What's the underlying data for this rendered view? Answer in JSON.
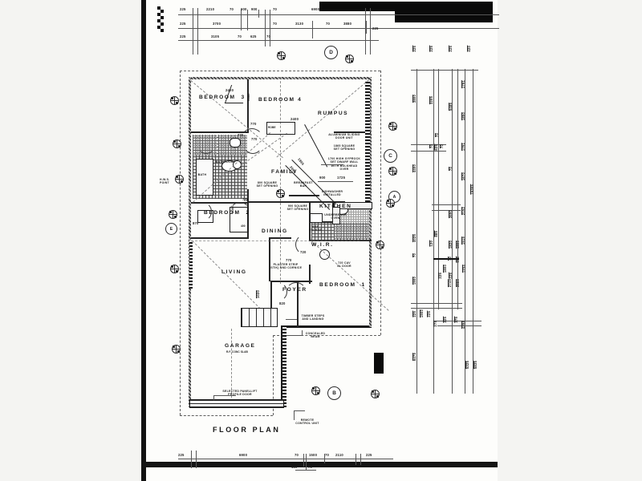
{
  "sheet": {
    "title": "FLOOR PLAN",
    "background_color": "#fdfdfb",
    "ink_color": "#1a1a1a"
  },
  "rooms": [
    {
      "id": "bedroom3",
      "label": "BEDROOM  3"
    },
    {
      "id": "bedroom4",
      "label": "BEDROOM 4"
    },
    {
      "id": "rumpus",
      "label": "RUMPUS"
    },
    {
      "id": "family",
      "label": "FAMILY"
    },
    {
      "id": "kitchen",
      "label": "KITCHEN"
    },
    {
      "id": "bedroom2",
      "label": "BEDROOM  2"
    },
    {
      "id": "dining",
      "label": "DINING"
    },
    {
      "id": "wir",
      "label": "W.I.R."
    },
    {
      "id": "bedroom1",
      "label": "BEDROOM  1"
    },
    {
      "id": "living",
      "label": "LIVING"
    },
    {
      "id": "foyer",
      "label": "FOYER"
    },
    {
      "id": "garage",
      "label": "GARAGE"
    },
    {
      "id": "garage_sub",
      "label": "R.F. CONC SLAB"
    }
  ],
  "notes": {
    "alum_door": "ALUMINIUM SLIDING\nDOOR UNIT",
    "sq_set_1865": "1865 SQUARE\nSET OPENING",
    "dwarf_wall": "1700 HIGH GYPROCK\nSET DWARF WALL\nWITH BULKHEAD\nOVER",
    "breakfast_bar": "BREAKFAST\nBAR",
    "sq_set_800": "800 SQUARE\nSET OPENING",
    "sq_set_900": "900 SQUARE\nSET OPENING",
    "dishwasher": "DISHWASHER\nINSTALLED",
    "underbench_oven": "UNDERBENCH\nOVEN",
    "ref_recess": "REF\nRECESS",
    "cav_door": "720 CAV\nSL DOOR",
    "plaster_strip": "PLASTER STRIP\n(STIK) AND CORNICE",
    "timber_steps": "TIMBER STEPS\nAND LANDING",
    "concealed_beam": "CONCEALED\nBEAM",
    "panellift": "SELECTED PANELLIFT\nPROFILE DOOR",
    "remote": "REMOTE\nCONTROL UNIT",
    "hws": "H.W.S.\nPOINT",
    "robe": "ROBE",
    "bath": "BATH",
    "bathroom": "BATHROOM",
    "ens": "ENS"
  },
  "door_dims": [
    "770",
    "770",
    "770",
    "770",
    "720",
    "770",
    "820",
    "1020",
    "870",
    "2400",
    "2400"
  ],
  "dims_top": {
    "row1": [
      "225",
      "2210",
      "70",
      "600",
      "900",
      "70",
      "6900",
      ""
    ],
    "row2": [
      "225",
      "3700",
      "70",
      "3130",
      "70",
      "3880",
      "225"
    ],
    "row3": [
      "225",
      "3105",
      "70",
      "625",
      "70"
    ]
  },
  "dims_bottom": {
    "row1": [
      "225",
      "6900",
      "70",
      "1500",
      "70",
      "2110",
      "225"
    ],
    "row2": [
      "180",
      "70"
    ]
  },
  "dims_right": {
    "head": [
      "225",
      "225",
      "225",
      "420"
    ],
    "colA": [
      "3800",
      "4400",
      "70"
    ],
    "colB": [
      "3205",
      "70",
      "70",
      "625",
      "70",
      "885",
      "120",
      "70",
      "890",
      "70"
    ],
    "colC": [
      "5485",
      "70",
      "3690",
      "225",
      "1800",
      "225",
      "225",
      "275"
    ],
    "colD": [
      "1791",
      "1850",
      "1791",
      "1670",
      "2152",
      "1519",
      "1820",
      "1800",
      "70",
      "990",
      "2749",
      "3660",
      "1724"
    ],
    "colE": [
      "15305",
      "6475",
      "5325",
      "5325",
      "5835",
      "4025",
      "1900",
      "225",
      "1900",
      "225",
      "275",
      "4398",
      "14398"
    ]
  },
  "kitchen_dims": {
    "a": "900",
    "b": "1725"
  },
  "markers": {
    "letters": [
      "D",
      "C",
      "A",
      "E",
      "B"
    ],
    "grid_icon": "crosshair-circle"
  },
  "annotations_small": {
    "n2400a": "2400",
    "n2400b": "2400",
    "robe_v": "ROBE",
    "angle1": "1865",
    "angle2": "2605",
    "p20": "P20",
    "c400": "400",
    "n120": "120"
  }
}
